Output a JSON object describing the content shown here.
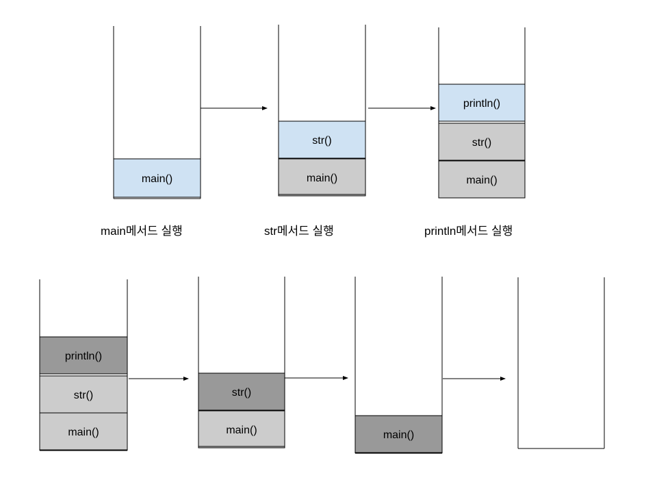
{
  "colors": {
    "current": "#cfe2f3",
    "stacked": "#cccccc",
    "popping": "#999999",
    "stroke": "#000000"
  },
  "captions": [
    "main메서드 실행",
    "str메서드 실행",
    "println메서드 실행"
  ],
  "stacks": [
    {
      "frames": [
        {
          "label": "main()",
          "state": "current"
        }
      ]
    },
    {
      "frames": [
        {
          "label": "str()",
          "state": "current"
        },
        {
          "label": "main()",
          "state": "stacked"
        }
      ]
    },
    {
      "frames": [
        {
          "label": "println()",
          "state": "current"
        },
        {
          "label": "str()",
          "state": "stacked"
        },
        {
          "label": "main()",
          "state": "stacked"
        }
      ]
    },
    {
      "frames": [
        {
          "label": "println()",
          "state": "popping"
        },
        {
          "label": "str()",
          "state": "stacked"
        },
        {
          "label": "main()",
          "state": "stacked"
        }
      ]
    },
    {
      "frames": [
        {
          "label": "str()",
          "state": "popping"
        },
        {
          "label": "main()",
          "state": "stacked"
        }
      ]
    },
    {
      "frames": [
        {
          "label": "main()",
          "state": "popping"
        }
      ]
    },
    {
      "frames": []
    }
  ]
}
